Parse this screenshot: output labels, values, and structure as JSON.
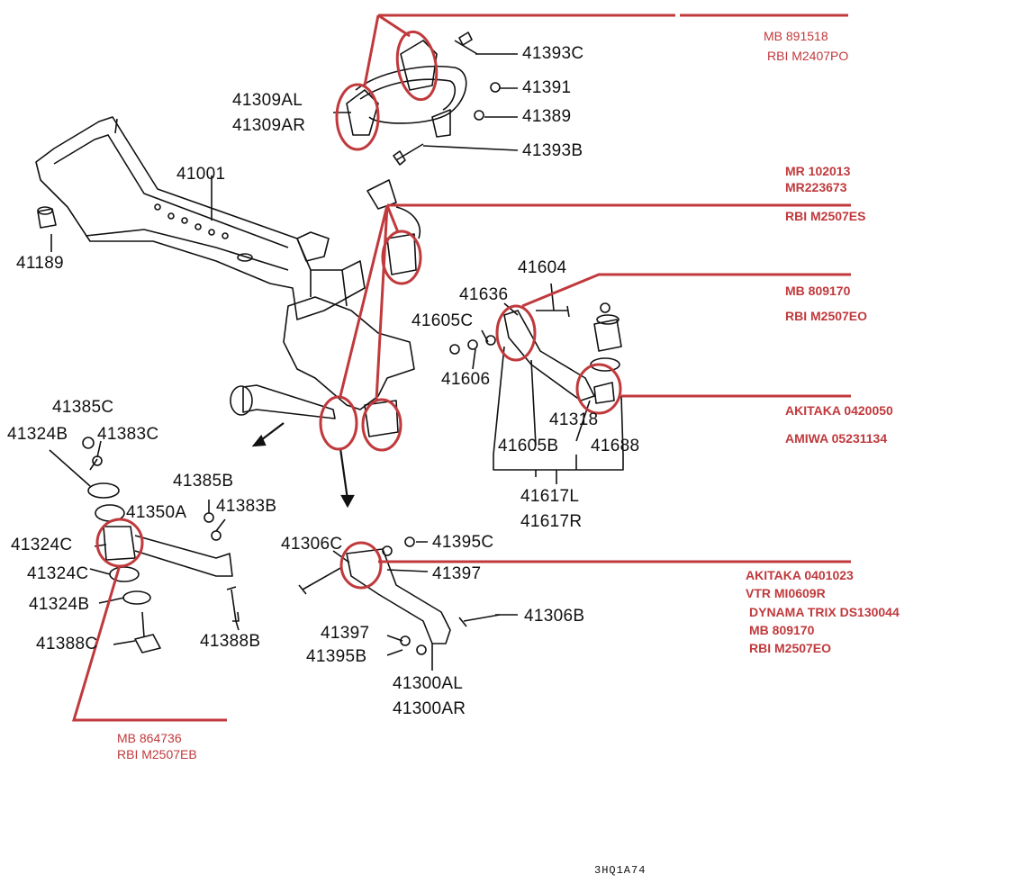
{
  "diagram_code": "3HQ1A74",
  "part_numbers": {
    "p41393C": "41393C",
    "p41391": "41391",
    "p41389": "41389",
    "p41393B": "41393B",
    "p41309AL": "41309AL",
    "p41309AR": "41309AR",
    "p41001": "41001",
    "p41189": "41189",
    "p41604": "41604",
    "p41636": "41636",
    "p41605C": "41605C",
    "p41606": "41606",
    "p41318": "41318",
    "p41605B": "41605B",
    "p41688": "41688",
    "p41617L": "41617L",
    "p41617R": "41617R",
    "p41385C": "41385C",
    "p41324B_top": "41324B",
    "p41383C_top": "41383C",
    "p41385B": "41385B",
    "p41383B": "41383B",
    "p41350A": "41350A",
    "p41324C_a": "41324C",
    "p41324C_b": "41324C",
    "p41324B_bot": "41324B",
    "p41388C": "41388C",
    "p41388B": "41388B",
    "p41306C": "41306C",
    "p41395C": "41395C",
    "p41397_top": "41397",
    "p41306B": "41306B",
    "p41397_bot": "41397",
    "p41395B": "41395B",
    "p41300AL": "41300AL",
    "p41300AR": "41300AR"
  },
  "cross_refs": {
    "stabilizer": [
      "MB 891518",
      "RBI M2407PO"
    ],
    "crossmember_bush": [
      "MR 102013",
      "MR223673",
      "RBI M2507ES"
    ],
    "upper_arm_bush": [
      "MB 809170",
      "RBI M2507EO"
    ],
    "ball_joint": [
      "AKITAKA 0420050",
      "AMIWA 05231134"
    ],
    "lower_arm_bush": [
      "AKITAKA 0401023",
      "VTR MI0609R",
      "DYNAMA TRIX DS130044",
      "MB 809170",
      "RBI M2507EO"
    ],
    "toe_link_bush": [
      "MB 864736",
      "RBI M2507EB"
    ]
  },
  "colors": {
    "callout_red": "#c0393c",
    "line_black": "#111111",
    "paper": "#ffffff"
  }
}
